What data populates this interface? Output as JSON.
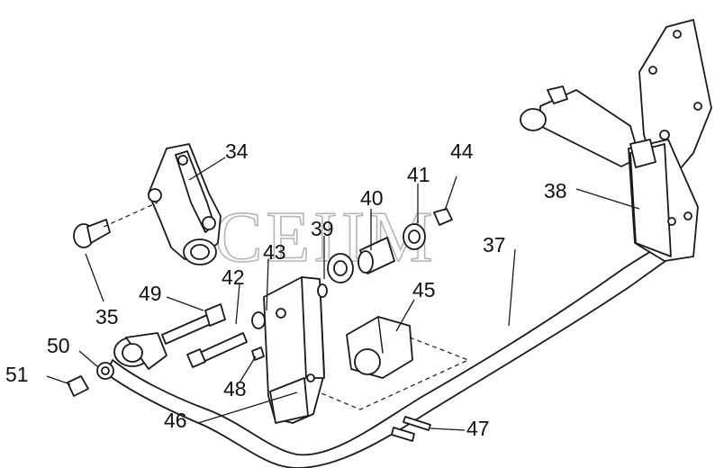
{
  "watermark": "CEIIM",
  "callouts": {
    "c34": "34",
    "c35": "35",
    "c37": "37",
    "c38": "38",
    "c39": "39",
    "c40": "40",
    "c41": "41",
    "c42": "42",
    "c43": "43",
    "c44": "44",
    "c45": "45",
    "c46": "46",
    "c47": "47",
    "c48": "48",
    "c49": "49",
    "c50": "50",
    "c51": "51"
  }
}
